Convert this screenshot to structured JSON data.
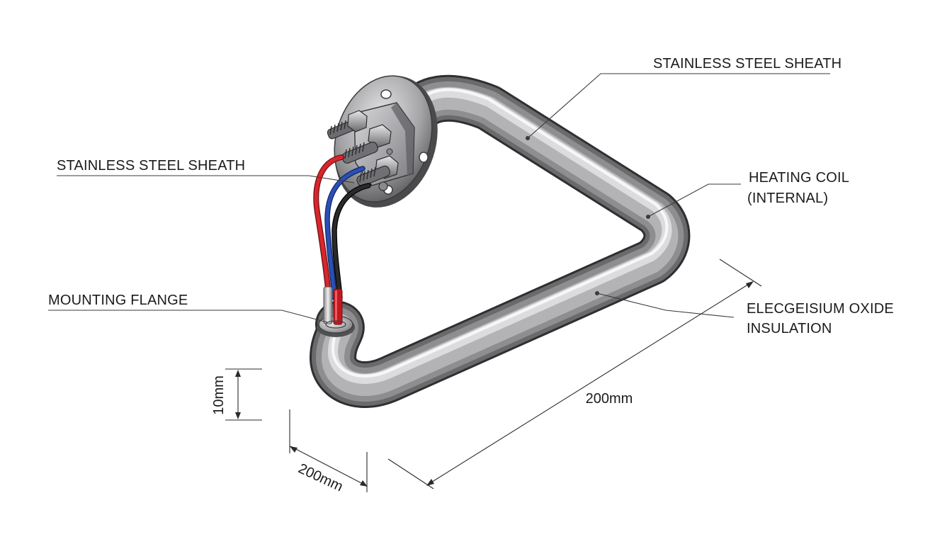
{
  "diagram": {
    "callouts": {
      "sheath_top": "STAINLESS STEEL SHEATH",
      "sheath_left": "STAINLESS STEEL SHEATH",
      "coil_line1": "HEATING COIL",
      "coil_line2": "(INTERNAL)",
      "flange": "MOUNTING FLANGE",
      "insulation_line1": "ELECGEISIUM OXIDE",
      "insulation_line2": "INSULATION"
    },
    "dimensions": {
      "diameter": "10mm",
      "short_length": "200mm",
      "long_length": "200mm"
    },
    "colors": {
      "tube_mid": "#a9a9ab",
      "tube_dark": "#4d4d50",
      "wire_red": "#d8262c",
      "wire_blue": "#2a4fb8",
      "wire_black": "#1c1c1c",
      "leader_lines": "#3a3a3a"
    }
  }
}
